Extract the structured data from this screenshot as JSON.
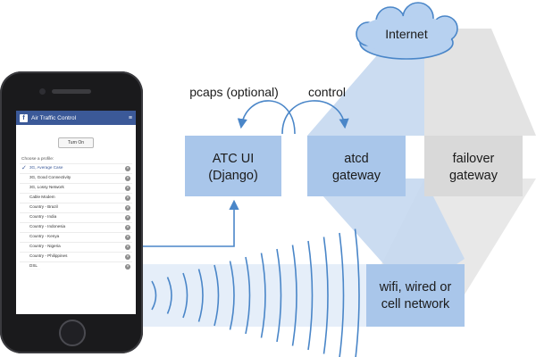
{
  "diagram": {
    "internet_label": "Internet",
    "pcaps_label": "pcaps (optional)",
    "control_label": "control",
    "atc_ui_lines": [
      "ATC UI",
      "(Django)"
    ],
    "atcd_lines": [
      "atcd",
      "gateway"
    ],
    "failover_lines": [
      "failover",
      "gateway"
    ],
    "network_lines": [
      "wifi, wired or",
      "cell network"
    ]
  },
  "phone": {
    "app_title": "Air Traffic Control",
    "turn_on_label": "Turn On",
    "choose_profile_label": "Choose a profile:",
    "profiles": [
      {
        "name": "3G, Average Case",
        "selected": true
      },
      {
        "name": "3G, Good Connectivity",
        "selected": false
      },
      {
        "name": "3G, Lossy Network",
        "selected": false
      },
      {
        "name": "Cable Modem",
        "selected": false
      },
      {
        "name": "Country - Brazil",
        "selected": false
      },
      {
        "name": "Country - India",
        "selected": false
      },
      {
        "name": "Country - Indonesia",
        "selected": false
      },
      {
        "name": "Country - Kenya",
        "selected": false
      },
      {
        "name": "Country - Nigeria",
        "selected": false
      },
      {
        "name": "Country - Philippines",
        "selected": false
      },
      {
        "name": "DSL",
        "selected": false
      }
    ]
  },
  "colors": {
    "box_blue": "#a9c6ea",
    "band_blue": "#c5d8ef",
    "gray": "#e3e3e3",
    "gray_box": "#d9d9d9",
    "arrow_blue": "#4a86c8",
    "cloud": "#b7d1f0",
    "facebook_blue": "#3b5998"
  }
}
